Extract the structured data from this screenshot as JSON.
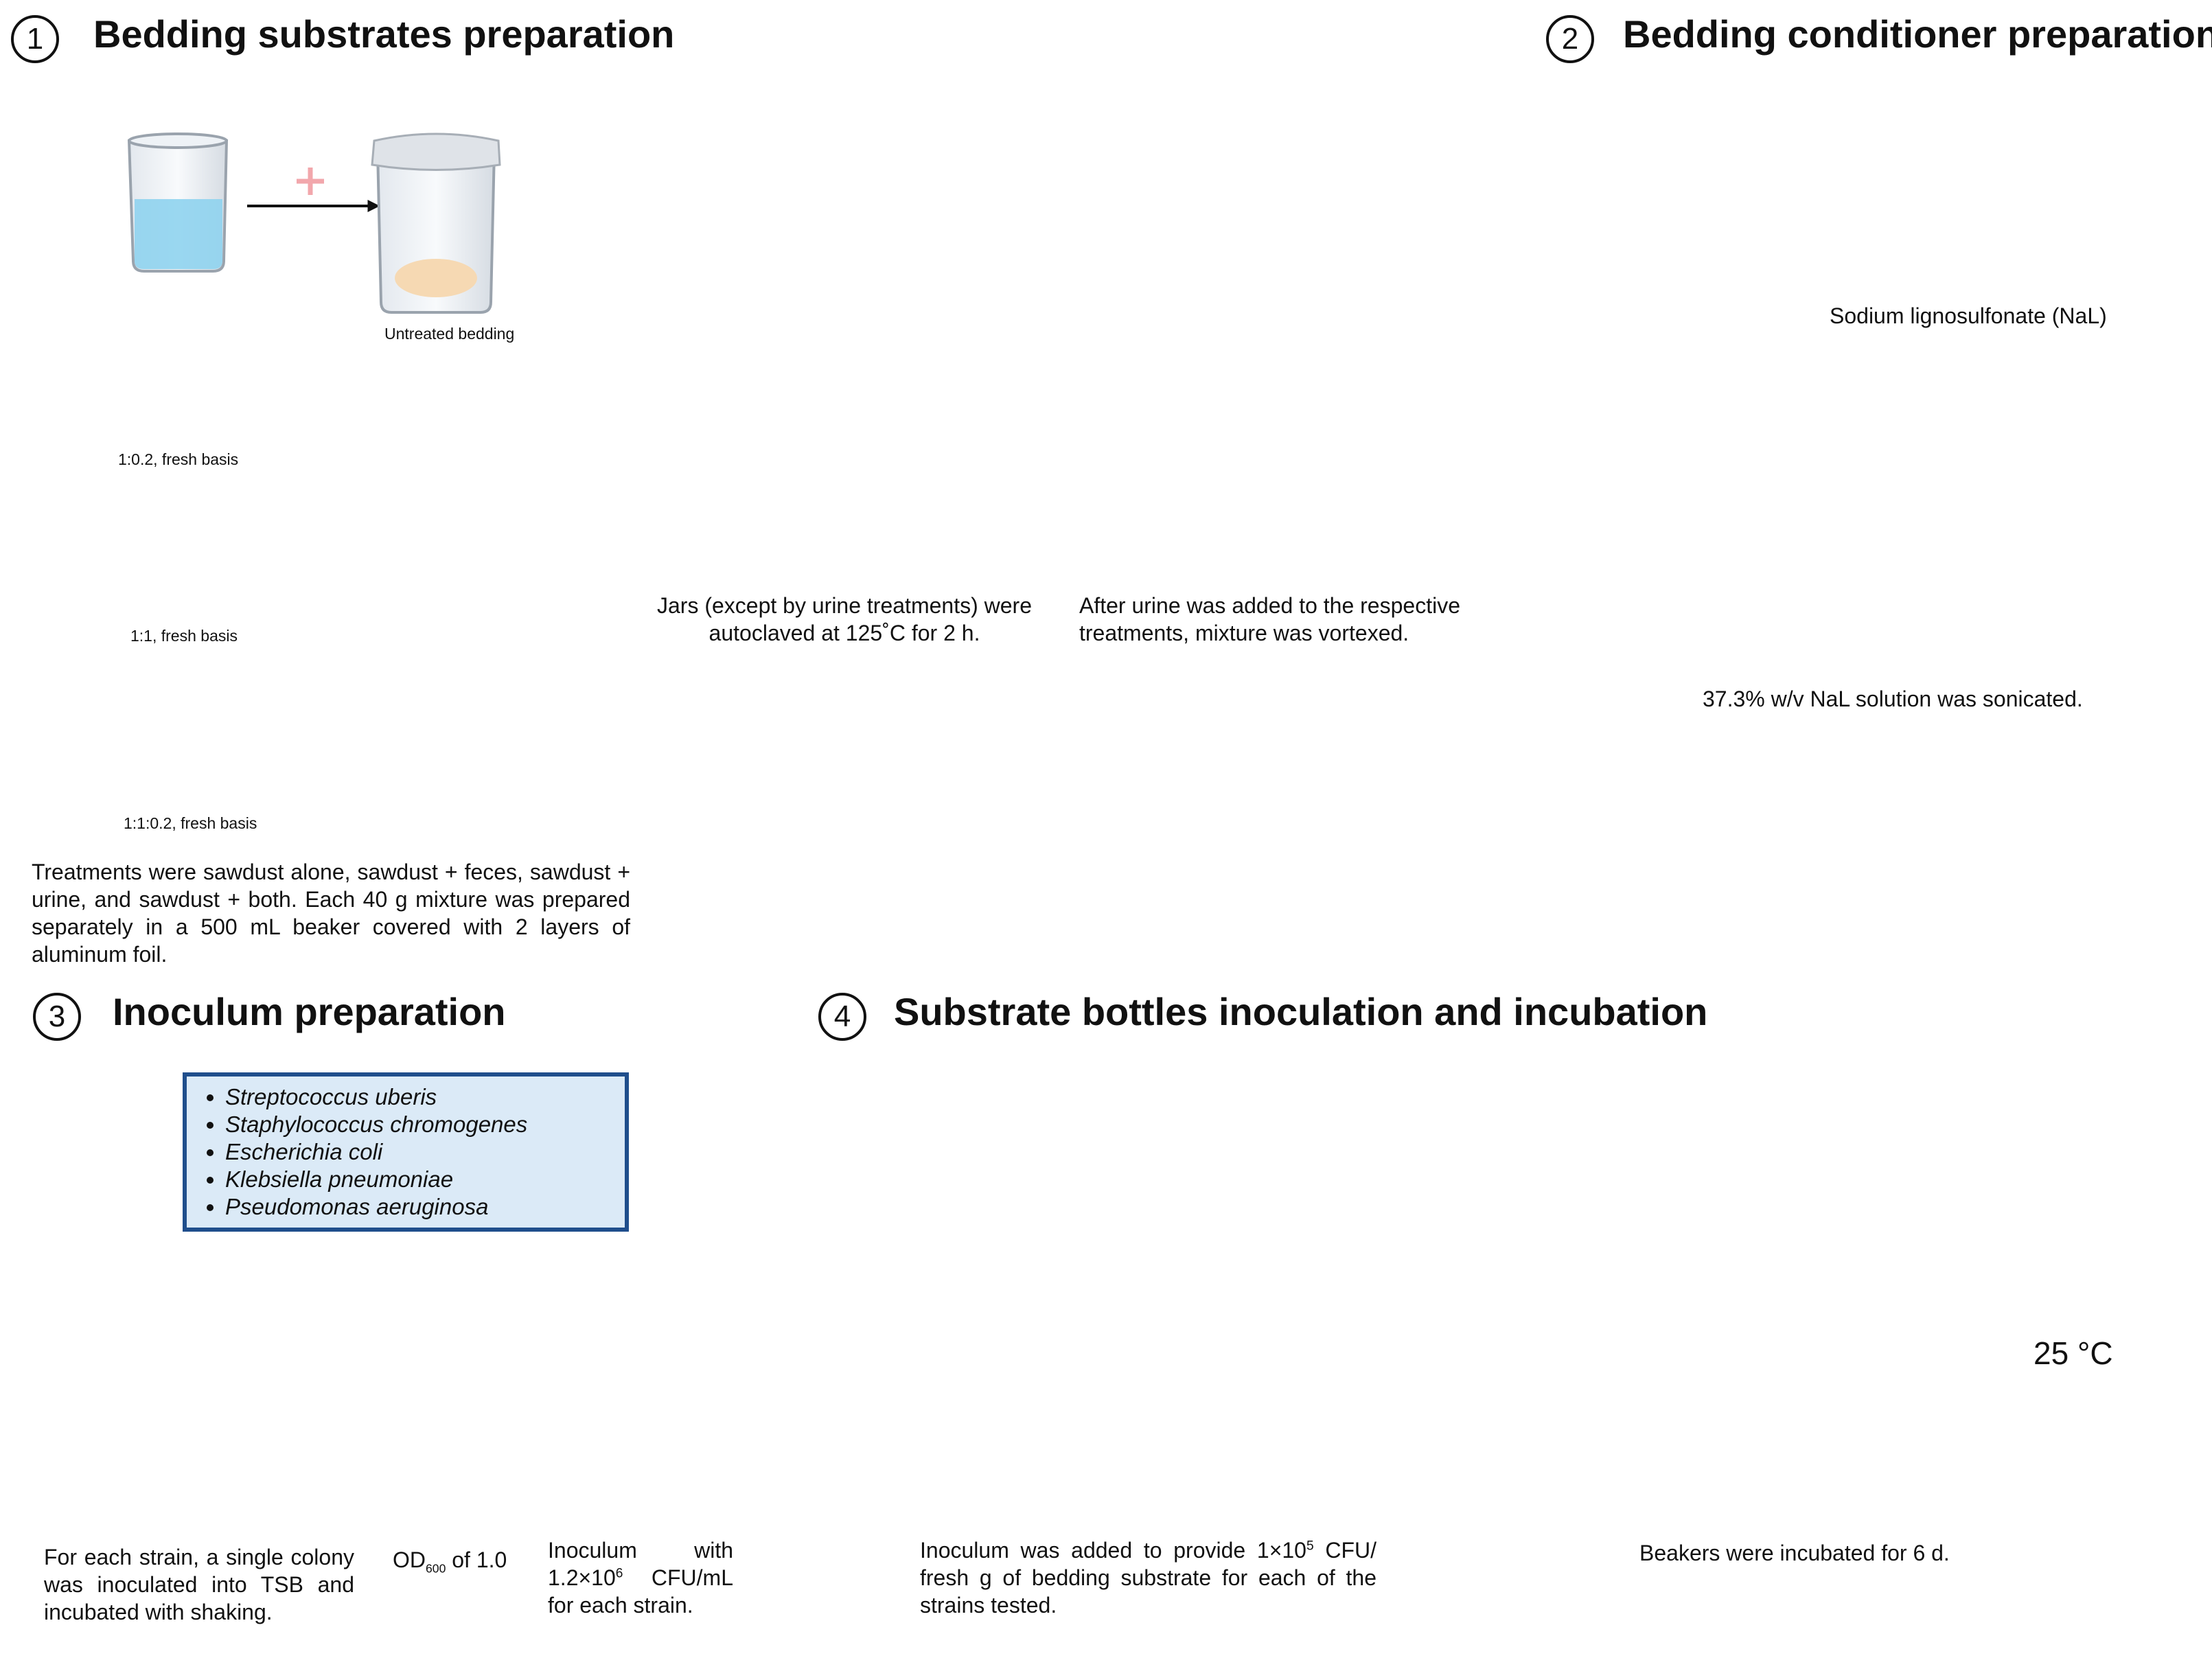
{
  "sections": {
    "s1": {
      "number": "1",
      "title": "Bedding substrates preparation"
    },
    "s2": {
      "number": "2",
      "title": "Bedding conditioner preparation"
    },
    "s3": {
      "number": "3",
      "title": "Inoculum preparation"
    },
    "s4": {
      "number": "4",
      "title": "Substrate bottles inoculation and incubation"
    }
  },
  "labels": {
    "untreated": "Untreated bedding",
    "ratio_urine": "1:0.2, fresh basis",
    "ratio_feces": "1:1, fresh basis",
    "ratio_both": "1:1:0.2, fresh basis",
    "nal": "Sodium lignosulfonate (NaL)",
    "temperature": "25 °C",
    "od_prefix": "OD",
    "od_sub": "600",
    "od_suffix": " of 1.0"
  },
  "captions": {
    "treatments": "Treatments were sawdust alone, sawdust + feces, sawdust + urine, and sawdust + both. Each 40 g mixture was prepared separately in a 500 mL beaker covered with 2 layers of aluminum foil.",
    "autoclave": "Jars (except by urine treatments) were autoclaved at 125˚C for 2 h.",
    "vortex": "After urine was added to the respective treatments, mixture was vortexed.",
    "sonicated": "37.3% w/v NaL solution was sonicated.",
    "colony": "For each strain, a single colony was inoculated into TSB and incubated with shaking.",
    "inoculum_a": "Inoculum with 1.2×10",
    "inoculum_exp": "6",
    "inoculum_b": " CFU/mL for each strain.",
    "added_a": "Inoculum was added to provide 1×10",
    "added_exp": "5",
    "added_b": " CFU/ fresh g of bedding substrate for each of the strains tested.",
    "incubated": "Beakers were incubated for 6 d."
  },
  "strains": [
    "Streptococcus uberis",
    "Staphylococcus chromogenes",
    "Escherichia coli",
    "Klebsiella pneumoniae",
    "Pseudomonas aeruginosa"
  ],
  "icons": {
    "plus_color": "#f2a7ac",
    "water_color": "#8fd3ee",
    "urine_color": "#f4d64a",
    "feces_color": "#8a5a3a",
    "sawdust_color": "#f6d9b3",
    "tube_cap_color": "#e8742a",
    "sonicator_color": "#2e63b8",
    "incubator_panel_color": "#1fb3a8",
    "thermometer_color": "#d33a3a"
  }
}
